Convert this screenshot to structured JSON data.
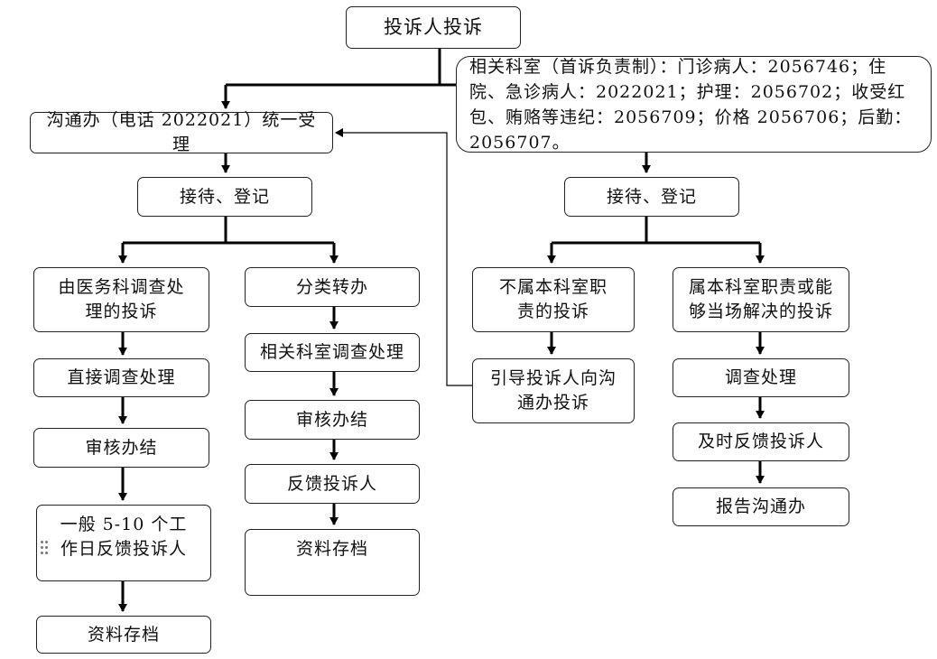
{
  "nodes": {
    "complainant": "投诉人投诉",
    "related_depts": "相关科室（首诉负责制）：门诊病人：2056746；住院、急诊病人：2022021；护理：2056702；收受红包、贿赂等违纪：2056709；价格 2056706；后勤：2056707。",
    "comm_office": "沟通办（电话 2022021）统一受理",
    "reception_left": "接待、登记",
    "reception_right": "接待、登记",
    "medical_affairs": "由医务科调查处理的投诉",
    "classify_transfer": "分类转办",
    "direct_investigation": "直接调查处理",
    "review_close_left": "审核办结",
    "feedback_days": "一般 5-10 个工作日反馈投诉人",
    "archive_left": "资料存档",
    "dept_investigation": "相关科室调查处理",
    "review_close_mid": "审核办结",
    "feedback_complainant": "反馈投诉人",
    "archive_mid": "资料存档",
    "not_dept_duty": "不属本科室职责的投诉",
    "guide_to_office": "引导投诉人向沟通办投诉",
    "dept_duty": "属本科室职责或能够当场解决的投诉",
    "investigate": "调查处理",
    "timely_feedback": "及时反馈投诉人",
    "report_office": "报告沟通办"
  }
}
